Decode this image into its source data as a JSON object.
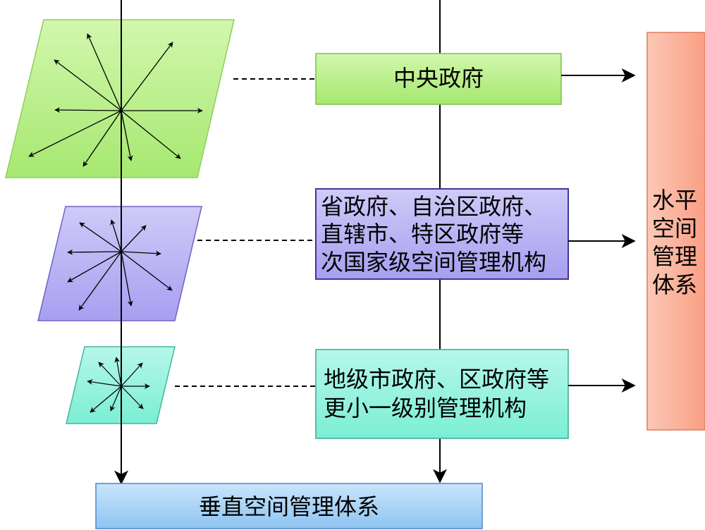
{
  "colors": {
    "green_fill": "#b6ee85",
    "green_stroke": "#7cc04a",
    "purple_fill": "#b7b0f3",
    "purple_stroke": "#5b4fb3",
    "teal_fill": "#8ff0dc",
    "teal_stroke": "#3aa890",
    "blue_fill": "#a9d3f6",
    "blue_stroke": "#4a88c6",
    "orange_fill": "#fbb49f",
    "orange_stroke": "#e07a5c",
    "line": "#000000"
  },
  "nodes": {
    "central": {
      "lines": [
        "中央政府"
      ]
    },
    "provincial": {
      "lines": [
        "省政府、自治区政府、",
        "直辖市、特区政府等",
        "次国家级空间管理机构"
      ]
    },
    "local": {
      "lines": [
        "地级市政府、区政府等",
        "更小一级别管理机构"
      ]
    },
    "vertical": {
      "lines": [
        "垂直空间管理体系"
      ]
    },
    "horizontal": {
      "lines": [
        "水平",
        "空间",
        "管理",
        "体系"
      ]
    }
  },
  "edges": [
    {
      "from": "central",
      "to": "horizontal"
    },
    {
      "from": "provincial",
      "to": "horizontal"
    },
    {
      "from": "local",
      "to": "horizontal"
    },
    {
      "from": "local",
      "to": "vertical"
    }
  ],
  "levels": [
    {
      "name": "central-level",
      "links_to": "central"
    },
    {
      "name": "provincial-level",
      "links_to": "provincial"
    },
    {
      "name": "local-level",
      "links_to": "local"
    }
  ]
}
